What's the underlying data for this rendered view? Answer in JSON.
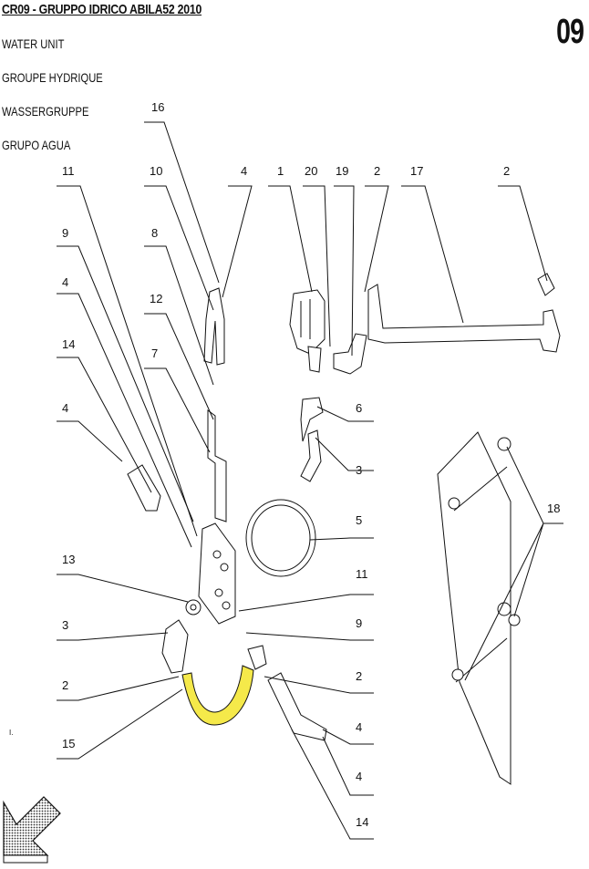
{
  "header": {
    "title": "CR09 - GRUPPO IDRICO ABILA52 2010",
    "subtitles": [
      "WATER UNIT",
      "GROUPE HYDRIQUE",
      "WASSERGRUPPE",
      "GRUPO AGUA"
    ],
    "page_number": "09"
  },
  "callouts": [
    "16",
    "11",
    "10",
    "4",
    "1",
    "20",
    "19",
    "2",
    "17",
    "2",
    "9",
    "8",
    "4",
    "12",
    "14",
    "7",
    "4",
    "6",
    "3",
    "5",
    "13",
    "11",
    "3",
    "9",
    "2",
    "2",
    "4",
    "15",
    "4",
    "14",
    "18"
  ],
  "small_mark": "I.",
  "colors": {
    "highlight": "#f5e94a",
    "line": "#111111",
    "background": "#ffffff"
  }
}
